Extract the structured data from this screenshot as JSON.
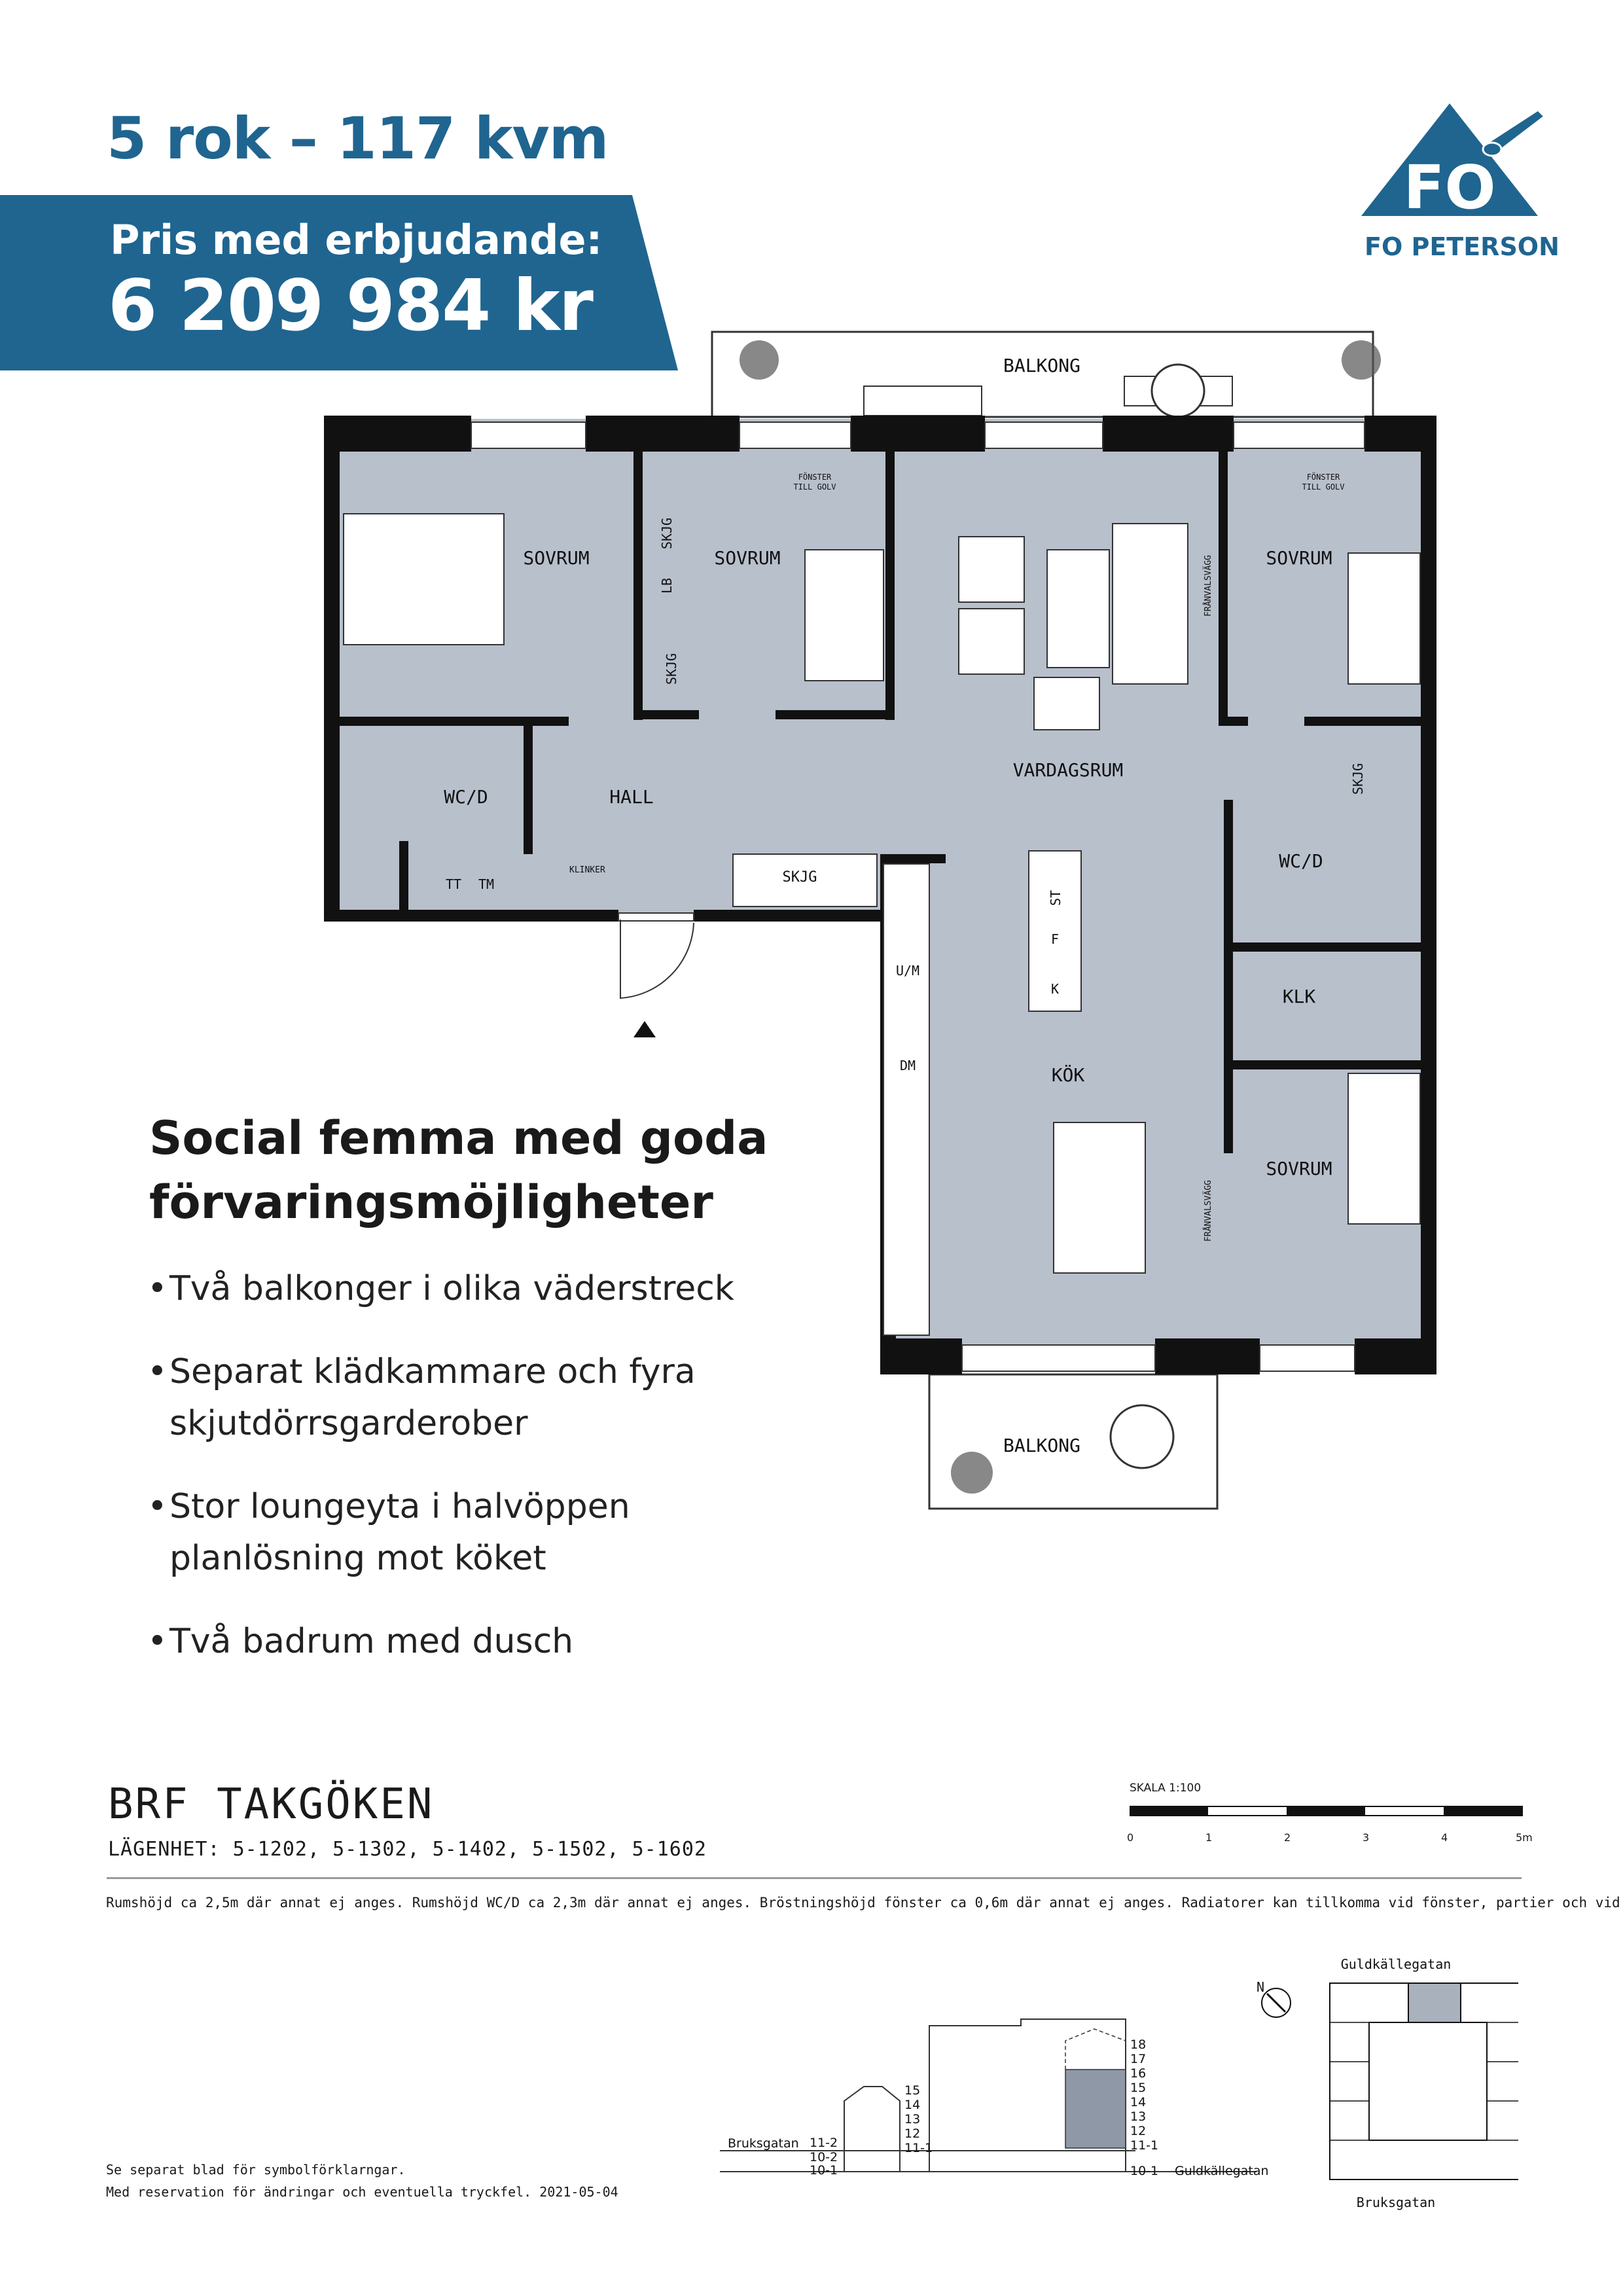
{
  "header": {
    "headline": "5 rok – 117  kvm",
    "price_label": "Pris med erbjudande:",
    "price_value": "6 209 984 kr",
    "banner_color": "#1f6590"
  },
  "logo": {
    "letters": "FO",
    "name": "FO PETERSON",
    "icon": "house-trowel-logo"
  },
  "plan": {
    "balcony_top": "BALKONG",
    "balcony_bottom": "BALKONG",
    "rooms": {
      "bedroom_1": "SOVRUM",
      "bedroom_2": "SOVRUM",
      "bedroom_3": "SOVRUM",
      "bedroom_4": "SOVRUM",
      "wardrobe_1": "SKJG",
      "wardrobe_2": "SKJG",
      "wardrobe_3": "SKJG",
      "wardrobe_4": "SKJG",
      "linen": "LB",
      "wc_1": "WC/D",
      "wc_2": "WC/D",
      "hall": "HALL",
      "living": "VARDAGSRUM",
      "kitchen": "KÖK",
      "walk_in": "KLK",
      "klinker": "KLINKER",
      "tt": "TT",
      "tm": "TM",
      "um": "U/M",
      "dm": "DM",
      "st": "ST",
      "f": "F",
      "k": "K",
      "window_1": "FÖNSTER",
      "window_1b": "TILL GOLV",
      "window_2": "FÖNSTER",
      "window_2b": "TILL GOLV",
      "removable_wall_1": "FRÅNVALSVÄGG",
      "removable_wall_2": "FRÅNVALSVÄGG"
    },
    "floor_color": "#b8c0cc",
    "wall_color": "#111111"
  },
  "content": {
    "subhead_line1": "Social femma med goda",
    "subhead_line2": "förvaringsmöjligheter",
    "features": [
      "Två balkonger i olika väderstreck",
      "Separat klädkammare och fyra skjutdörrsgarderober",
      "Stor loungeyta i halvöppen planlösning mot köket",
      "Två badrum med dusch"
    ]
  },
  "footer": {
    "project": "BRF TAKGÖKEN",
    "units": "LÄGENHET: 5-1202, 5-1302, 5-1402, 5-1502, 5-1602",
    "scale_label": "SKALA 1:100",
    "scale_ticks": [
      "0",
      "1",
      "2",
      "3",
      "4",
      "5m"
    ],
    "note": "Rumshöjd ca 2,5m där annat ej anges. Rumshöjd WC/D ca 2,3m där annat ej anges. Bröstningshöjd fönster ca 0,6m där annat ej anges. Radiatorer kan tillkomma vid fönster, partier och vid vägg.",
    "footnote_line1": "Se separat blad för symbolförklarngar.",
    "footnote_line2": "Med reservation för ändringar och eventuella tryckfel. 2021-05-04",
    "section": {
      "left_street": "Bruksgatan",
      "right_street": "Guldkällegatan",
      "left_levels": [
        "15",
        "14",
        "13",
        "12",
        "11-1"
      ],
      "left_low": [
        "11-2",
        "10-2",
        "10-1"
      ],
      "right_levels": [
        "18",
        "17",
        "16",
        "15",
        "14",
        "13",
        "12",
        "11-1",
        "10-1"
      ]
    },
    "site": {
      "north": "N",
      "top_street": "Guldkällegatan",
      "bottom_street": "Bruksgatan"
    }
  }
}
